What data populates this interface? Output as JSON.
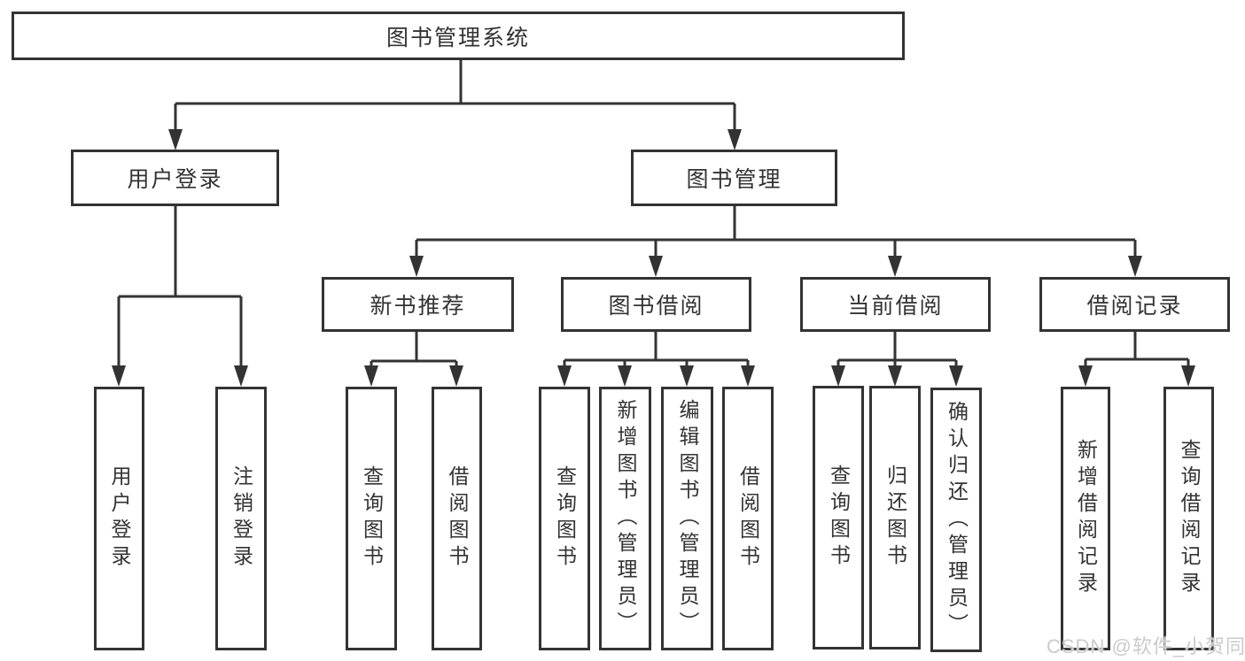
{
  "diagram": {
    "type": "tree",
    "title": "图书管理系统",
    "nodes": {
      "root": "图书管理系统",
      "user_login": "用户登录",
      "book_management": "图书管理",
      "ul_login": "用户登录",
      "ul_logout": "注销登录",
      "new_book_recommend": "新书推荐",
      "book_borrowing": "图书借阅",
      "current_borrowing": "当前借阅",
      "borrowing_records": "借阅记录",
      "nb_query_books": "查询图书",
      "nb_borrow_books": "借阅图书",
      "bb_query_books": "查询图书",
      "bb_add_books": "新增图书（管理员）",
      "bb_edit_books": "编辑图书（管理员）",
      "bb_borrow_books": "借阅图书",
      "cb_query_books": "查询图书",
      "cb_return_books": "归还图书",
      "cb_confirm_return": "确认归还（管理员）",
      "br_add_record": "新增借阅记录",
      "br_query_record": "查询借阅记录"
    },
    "hierarchy": {
      "图书管理系统": {
        "用户登录": [
          "用户登录",
          "注销登录"
        ],
        "图书管理": {
          "新书推荐": [
            "查询图书",
            "借阅图书"
          ],
          "图书借阅": [
            "查询图书",
            "新增图书（管理员）",
            "编辑图书（管理员）",
            "借阅图书"
          ],
          "当前借阅": [
            "查询图书",
            "归还图书",
            "确认归还（管理员）"
          ],
          "借阅记录": [
            "新增借阅记录",
            "查询借阅记录"
          ]
        }
      }
    },
    "colors": {
      "line": "#333333",
      "box_border": "#333333",
      "box_fill": "#ffffff",
      "background": "#ffffff",
      "watermark_text_color": "#cbcbcb"
    }
  },
  "watermark": {
    "text": "CSDN @软件_小贺同学"
  }
}
